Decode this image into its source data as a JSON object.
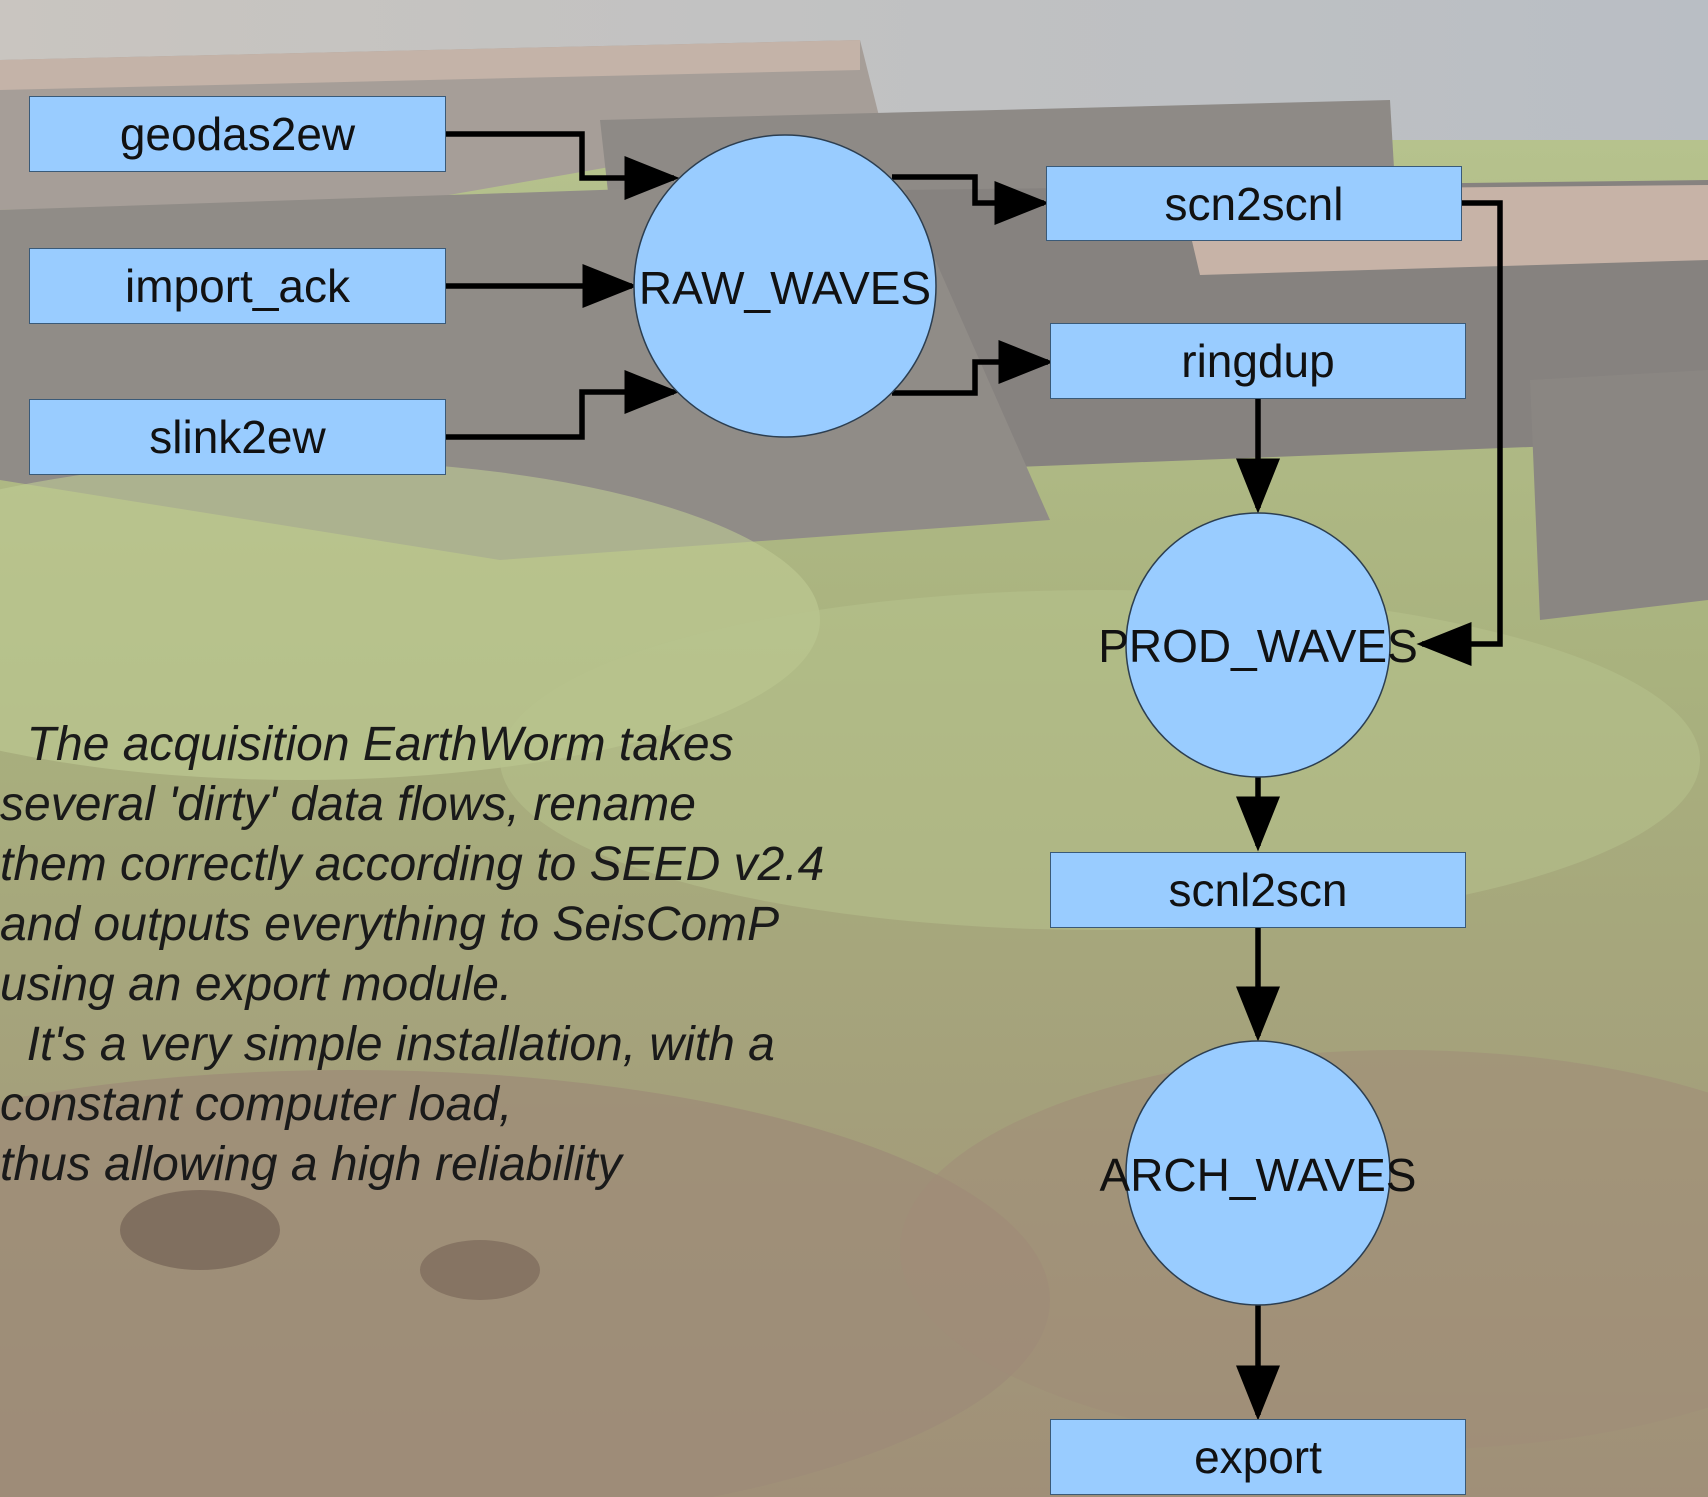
{
  "modules": {
    "geodas2ew": "geodas2ew",
    "import_ack": "import_ack",
    "slink2ew": "slink2ew",
    "scn2scnl": "scn2scnl",
    "ringdup": "ringdup",
    "scnl2scn": "scnl2scn",
    "export": "export"
  },
  "rings": {
    "raw": "RAW_WAVES",
    "prod": "PROD_WAVES",
    "arch": "ARCH_WAVES"
  },
  "description": {
    "lines": [
      "  The acquisition EarthWorm takes",
      "several 'dirty' data flows, rename",
      "them correctly according to SEED v2.4",
      "and outputs everything to SeisComP",
      "using an export module.",
      "  It's a very simple installation, with a",
      "constant computer load,",
      "thus allowing a high reliability"
    ]
  },
  "colors": {
    "node_fill": "#99ccff",
    "arrow": "#000000"
  }
}
